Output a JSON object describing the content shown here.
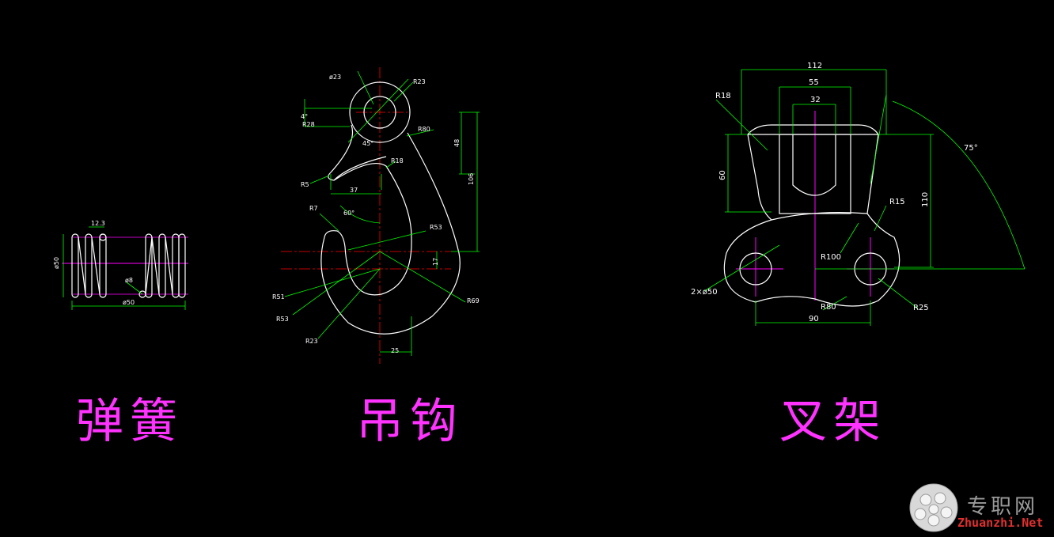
{
  "colors": {
    "background": "#000000",
    "outline": "#ffffff",
    "dimension": "#00ff00",
    "centerline": "#ff0000",
    "axis": "#ff00ff",
    "title": "#ff33ff"
  },
  "drawings": [
    {
      "title": "弹簧",
      "dimensions": {
        "pitch": "12.3",
        "wire_dia": "ø8",
        "outer_dia": "ø50",
        "length": "ø50"
      }
    },
    {
      "title": "吊钩",
      "dimensions": {
        "d_hole": "ø23",
        "r_top": "R23",
        "r_left": "R28",
        "r_right": "R80",
        "angle_45": "45°",
        "h48": "48",
        "h106": "106",
        "r18": "R18",
        "r5": "R5",
        "w37": "37",
        "r7": "R7",
        "angle_60": "60°",
        "r53a": "R53",
        "h17": "17",
        "r51": "R51",
        "r53b": "R53",
        "r69": "R69",
        "r23": "R23",
        "w25": "25",
        "tilt": "4°"
      }
    },
    {
      "title": "叉架",
      "dimensions": {
        "w112": "112",
        "w55": "55",
        "w32": "32",
        "r18": "R18",
        "angle_75": "75°",
        "h60": "60",
        "h110": "110",
        "r15": "R15",
        "r100": "R100",
        "holes": "2×ø50",
        "r80": "R80",
        "w90": "90",
        "r25": "R25"
      }
    }
  ],
  "watermark": {
    "cn": "专职网",
    "en": "Zhuanzhi.Net"
  }
}
